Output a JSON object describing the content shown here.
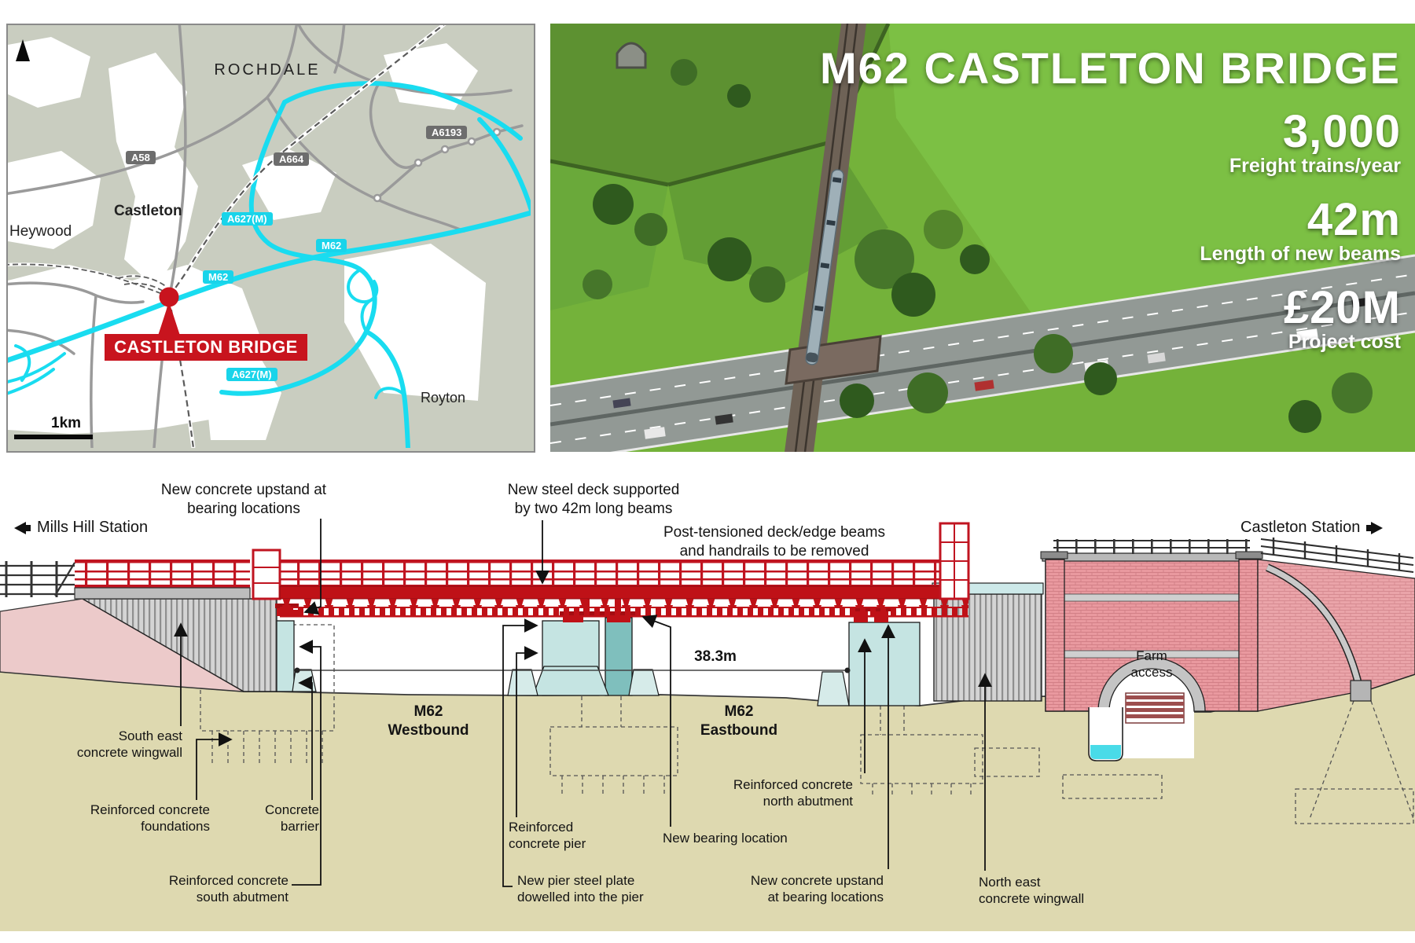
{
  "map": {
    "towns": {
      "rochdale": "ROCHDALE",
      "castleton": "Castleton",
      "heywood": "Heywood",
      "royton": "Royton"
    },
    "shields": {
      "a58": "A58",
      "a664": "A664",
      "a6193": "A6193",
      "a627m_upper": "A627(M)",
      "m62_east": "M62",
      "m62_mid": "M62",
      "a627m_lower": "A627(M)"
    },
    "marker_label": "CASTLETON BRIDGE",
    "scale_label": "1km",
    "colors": {
      "motorway_cyan": "#19dcf0",
      "road_grey": "#9a9a9a",
      "urban_grey_green": "#c9cdc0",
      "marker_red": "#c8141e"
    }
  },
  "hero": {
    "title": "M62 CASTLETON BRIDGE",
    "stats": [
      {
        "value": "3,000",
        "label": "Freight trains/year"
      },
      {
        "value": "42m",
        "label": "Length of new beams"
      },
      {
        "value": "£20M",
        "label": "Project cost"
      }
    ]
  },
  "diagram": {
    "direction_left": "Mills Hill Station",
    "direction_right": "Castleton Station",
    "span_dimension": "38.3m",
    "road_left": "M62\nWestbound",
    "road_right": "M62\nEastbound",
    "farm_access": "Farm\naccess",
    "callouts": {
      "upstand_top": "New concrete upstand at\nbearing locations",
      "steel_deck": "New steel deck supported\nby two 42m long beams",
      "post_tensioned": "Post-tensioned deck/edge beams\nand handrails to be removed",
      "se_wingwall": "South east\nconcrete wingwall",
      "foundations": "Reinforced concrete\nfoundations",
      "barrier": "Concrete\nbarrier",
      "south_abutment": "Reinforced concrete\nsouth abutment",
      "pier": "Reinforced\nconcrete pier",
      "bearing": "New bearing location",
      "north_abutment": "Reinforced concrete\nnorth abutment",
      "pier_plate": "New pier steel plate\ndowelled into the pier",
      "upstand_bottom": "New concrete upstand\nat bearing locations",
      "ne_wingwall": "North east\nconcrete wingwall"
    },
    "colors": {
      "deck_red": "#bf1117",
      "pier_teal": "#c5e4e2",
      "ground_khaki": "#ded9b0",
      "brick_pink": "#e9999f",
      "embankment_pink": "#eccaca"
    }
  }
}
